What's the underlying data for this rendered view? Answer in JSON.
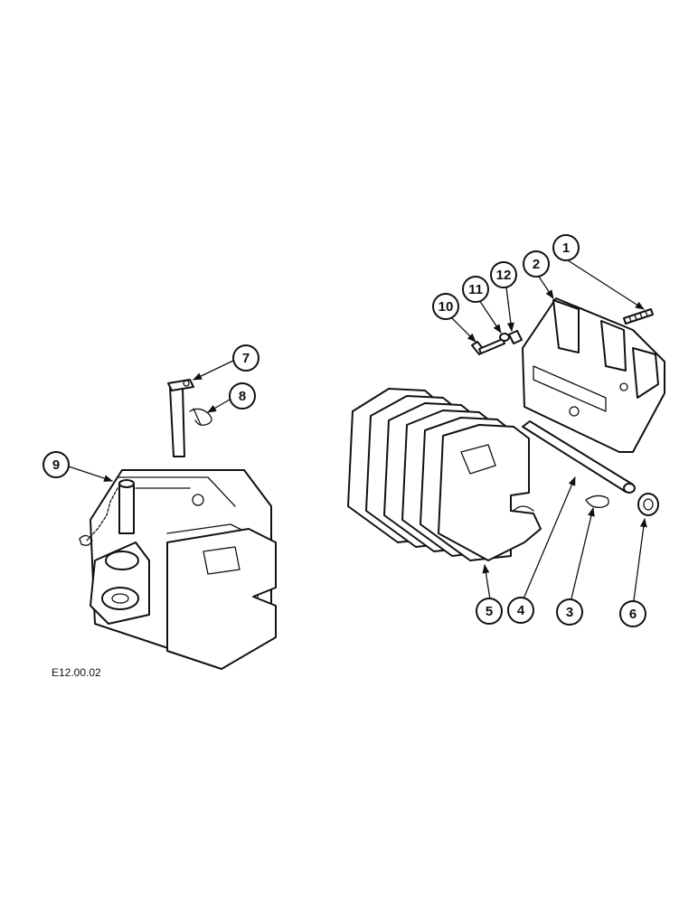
{
  "figure": {
    "code": "E12.00.02"
  },
  "callouts": [
    {
      "id": "c1",
      "label": "1"
    },
    {
      "id": "c2",
      "label": "2"
    },
    {
      "id": "c3",
      "label": "3"
    },
    {
      "id": "c4",
      "label": "4"
    },
    {
      "id": "c5",
      "label": "5"
    },
    {
      "id": "c6",
      "label": "6"
    },
    {
      "id": "c7",
      "label": "7"
    },
    {
      "id": "c8",
      "label": "8"
    },
    {
      "id": "c9",
      "label": "9"
    },
    {
      "id": "c10",
      "label": "10"
    },
    {
      "id": "c11",
      "label": "11"
    },
    {
      "id": "c12",
      "label": "12"
    }
  ],
  "colors": {
    "ink": "#111111",
    "paper": "#ffffff"
  }
}
